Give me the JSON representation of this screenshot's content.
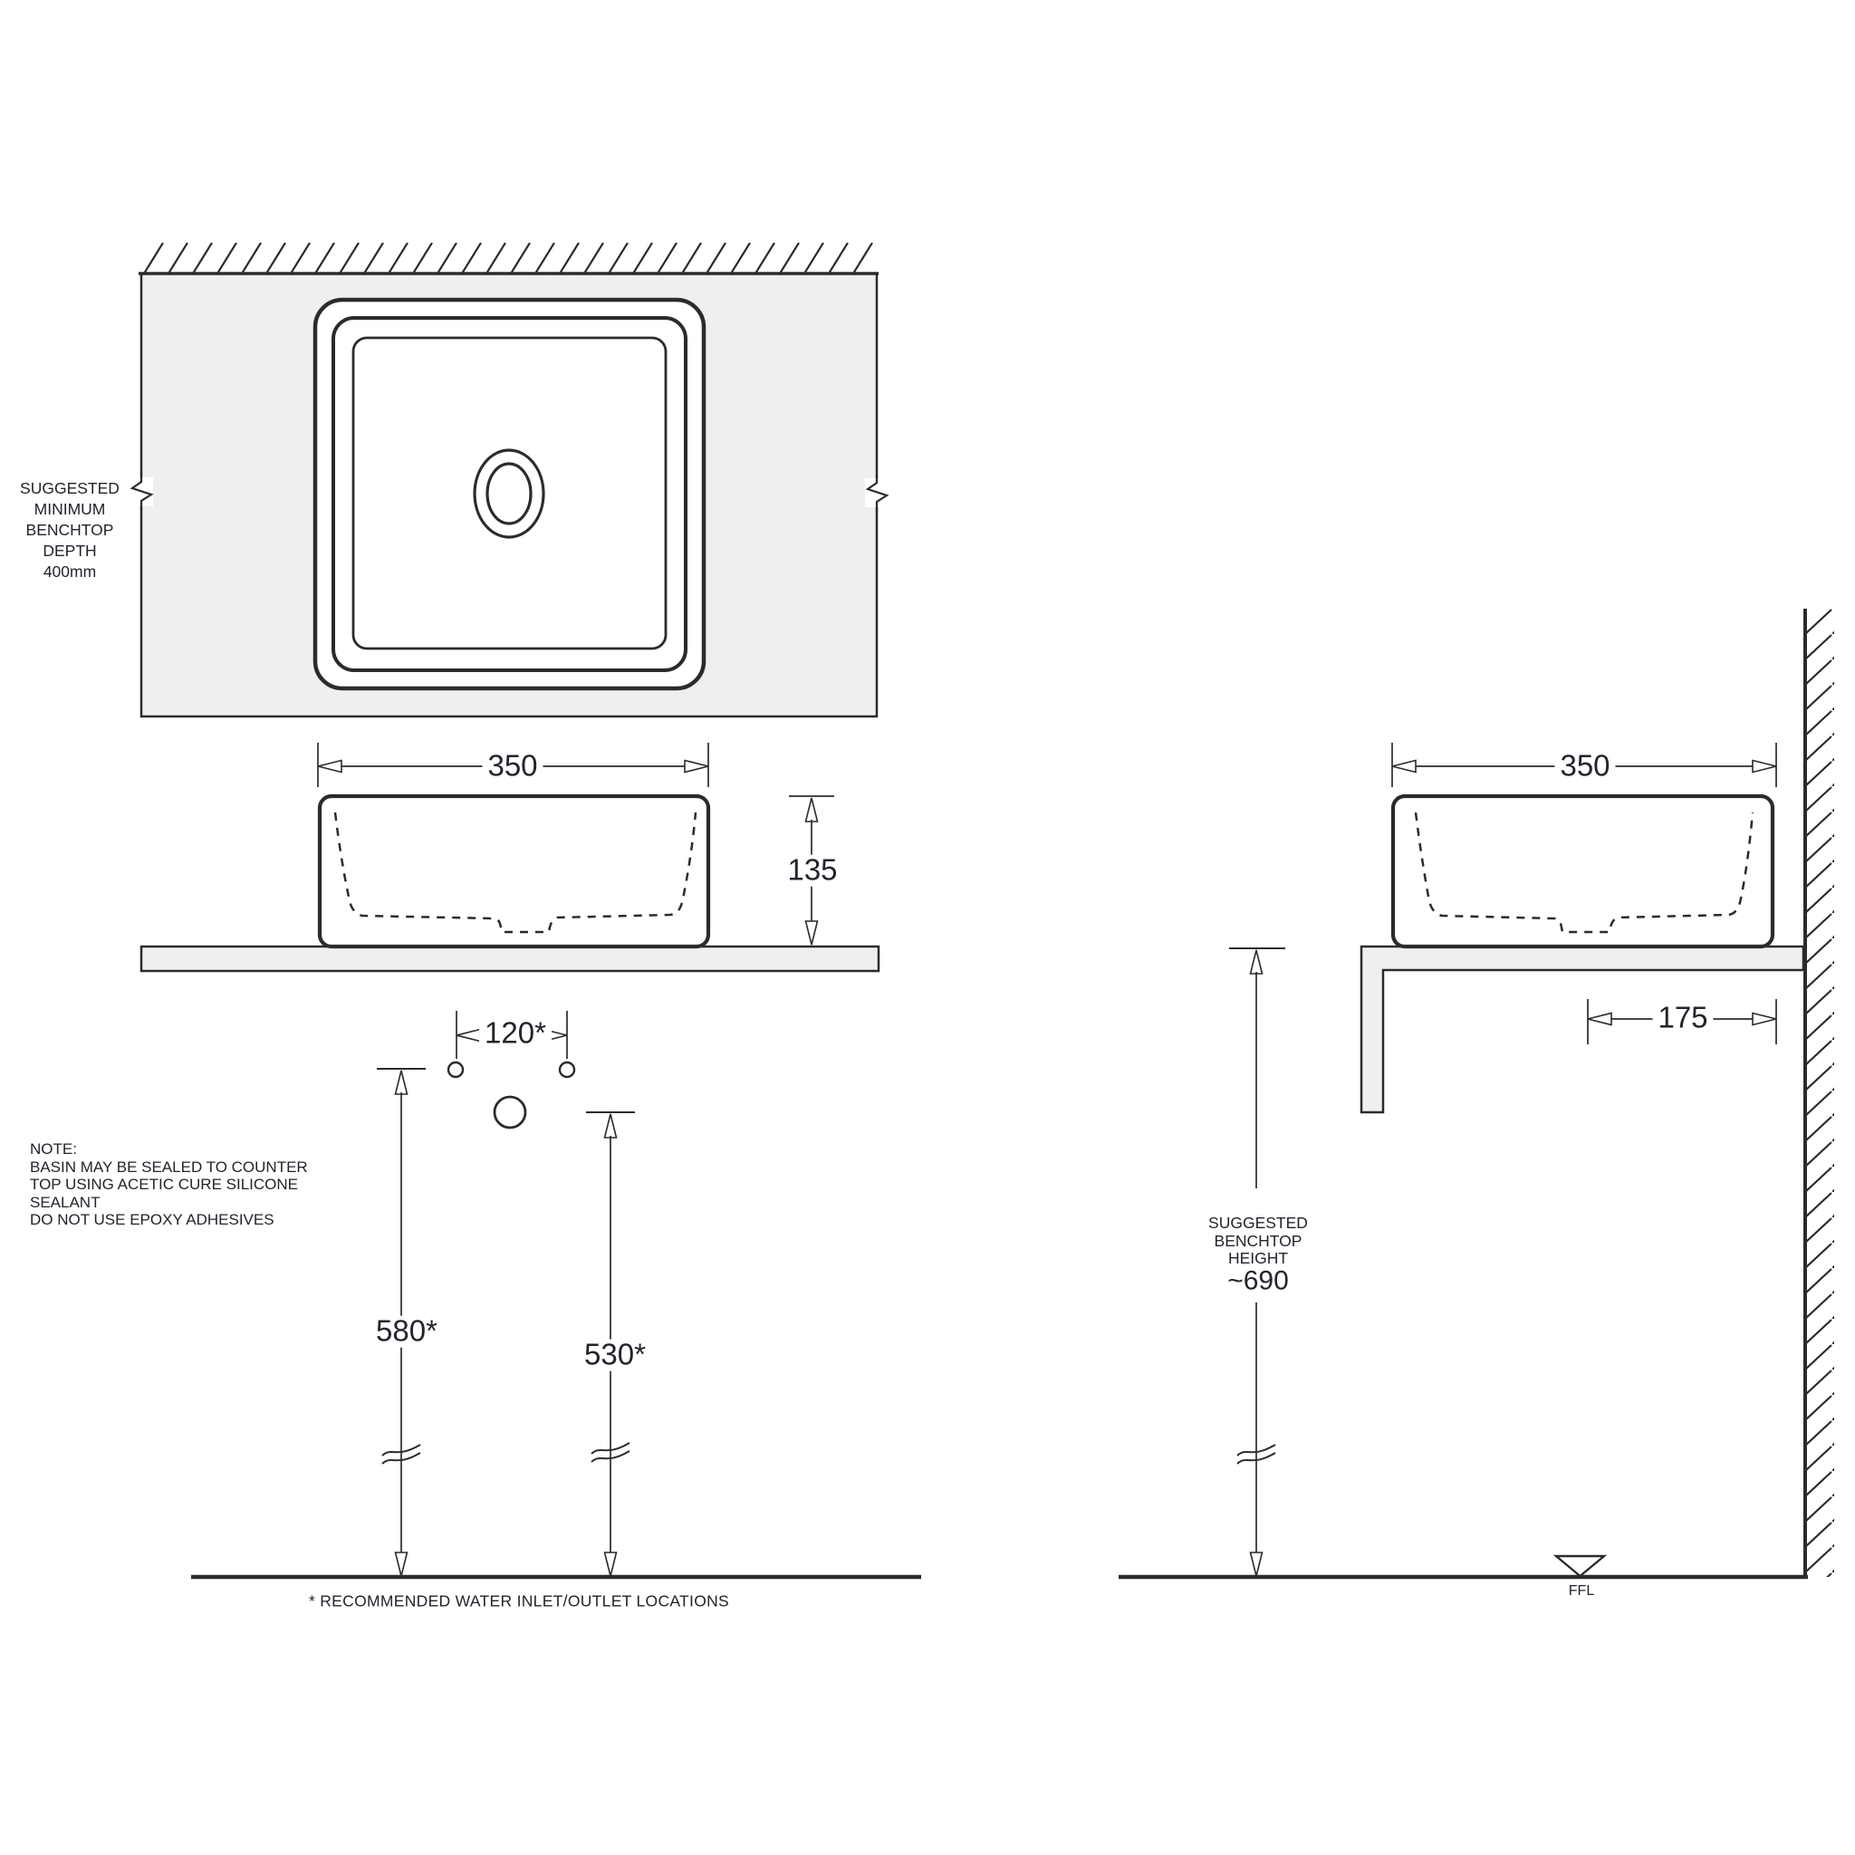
{
  "colors": {
    "line": "#2b2b2c",
    "text": "#23242c",
    "bench": "#efeff0"
  },
  "plan_view": {
    "depth_note_lines": [
      "SUGGESTED",
      "MINIMUM",
      "BENCHTOP",
      "DEPTH",
      "400mm"
    ]
  },
  "front_view": {
    "width_dim": "350",
    "height_dim": "135",
    "inlet_spacing_dim": "120*",
    "inlet_height_dim": "580*",
    "outlet_height_dim": "530*"
  },
  "side_view": {
    "width_dim": "350",
    "offset_dim": "175",
    "height_note_lines": [
      "SUGGESTED",
      "BENCHTOP",
      "HEIGHT"
    ],
    "height_value": "~690",
    "floor_label": "FFL"
  },
  "notes": {
    "note_lines": [
      "NOTE:",
      "BASIN MAY BE SEALED TO COUNTER",
      "TOP USING ACETIC CURE SILICONE",
      "SEALANT",
      "DO NOT USE EPOXY ADHESIVES"
    ],
    "footnote": "* RECOMMENDED WATER INLET/OUTLET LOCATIONS"
  }
}
